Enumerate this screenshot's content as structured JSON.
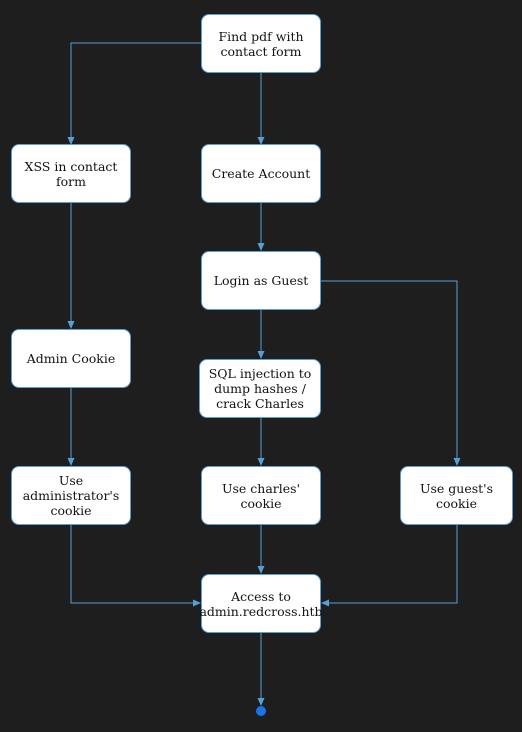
{
  "nodes": {
    "find_pdf": "Find pdf with\ncontact form",
    "xss": "XSS in contact\nform",
    "create_account": "Create Account",
    "login_guest": "Login as Guest",
    "admin_cookie": "Admin Cookie",
    "sqli": "SQL injection to\ndump hashes /\ncrack Charles",
    "use_admin": "Use\nadministrator's\ncookie",
    "use_charles": "Use charles'\ncookie",
    "use_guest": "Use guest's\ncookie",
    "access": "Access to\nadmin.redcross.htb"
  },
  "colors": {
    "background": "#1e1e1e",
    "edge": "#5a9fd4",
    "end_marker": "#1a73e8"
  }
}
